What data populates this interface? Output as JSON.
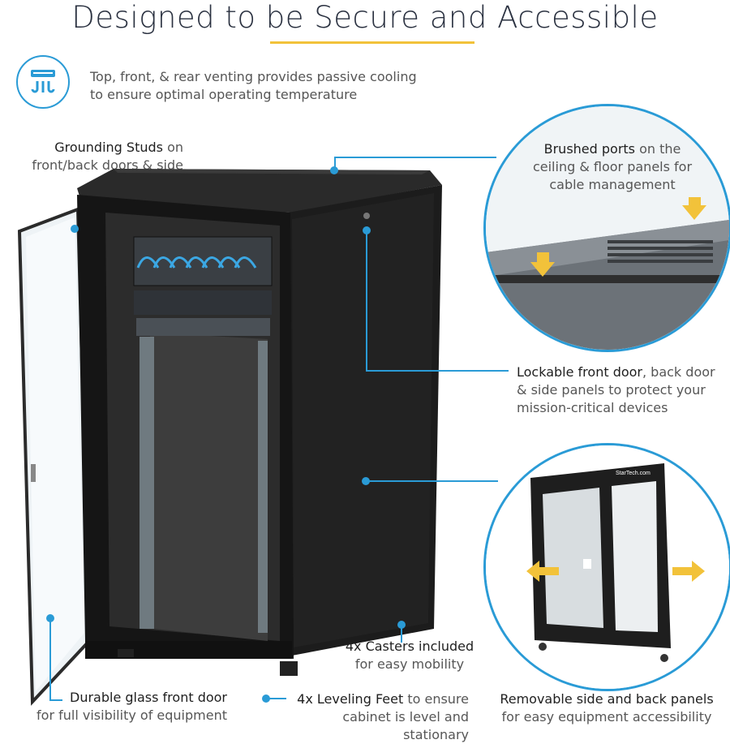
{
  "title": "Designed to be Secure and Accessible",
  "colors": {
    "accent_blue": "#2a9bd6",
    "accent_yellow": "#f2c23a",
    "cabinet_black": "#1b1b1b"
  },
  "vent_icon": "airflow-icon",
  "features": {
    "venting": {
      "line1": "Top, front, & rear venting provides passive cooling",
      "line2": "to ensure optimal operating temperature"
    },
    "grounding": {
      "bold": "Grounding Studs",
      "rest": " on",
      "line2": "front/back doors & side panel"
    },
    "brushed": {
      "bold": "Brushed ports",
      "rest": " on the",
      "line2": "ceiling & floor panels for",
      "line3": "cable management"
    },
    "lockable": {
      "bold": "Lockable front door",
      "rest": ", back door",
      "line2": "& side panels to protect your",
      "line3": "mission-critical devices"
    },
    "casters": {
      "bold": "4x Casters included",
      "line2": "for easy mobility"
    },
    "glass": {
      "bold": "Durable glass front door",
      "line2": "for full visibility of equipment"
    },
    "feet": {
      "bold": "4x Leveling Feet",
      "rest": " to ensure",
      "line2": "cabinet is level and stationary"
    },
    "removable": {
      "bold": "Removable side and back panels",
      "line2": "for easy equipment accessibility"
    }
  },
  "brand_label": "StarTech.com"
}
